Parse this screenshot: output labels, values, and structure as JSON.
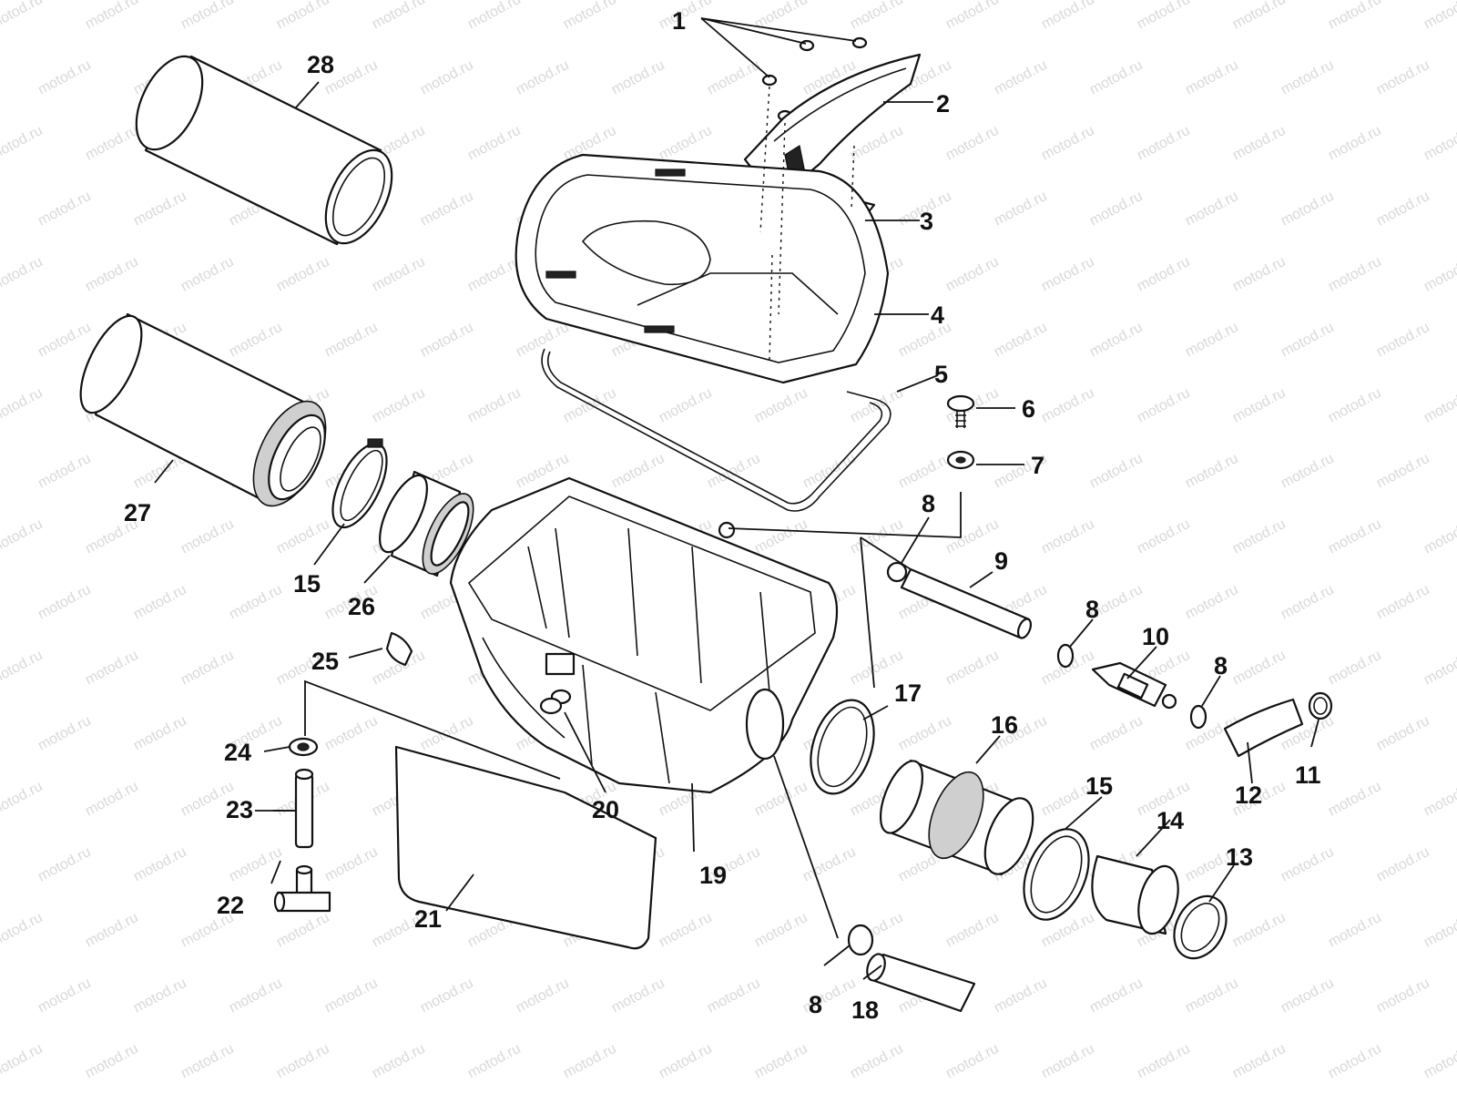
{
  "watermark": "motod.ru",
  "labels": [
    "1",
    "2",
    "3",
    "4",
    "5",
    "6",
    "7",
    "8",
    "9",
    "8",
    "10",
    "8",
    "11",
    "12",
    "13",
    "14",
    "15",
    "16",
    "17",
    "19",
    "20",
    "21",
    "22",
    "23",
    "24",
    "25",
    "26",
    "15",
    "27",
    "28",
    "8",
    "18"
  ]
}
